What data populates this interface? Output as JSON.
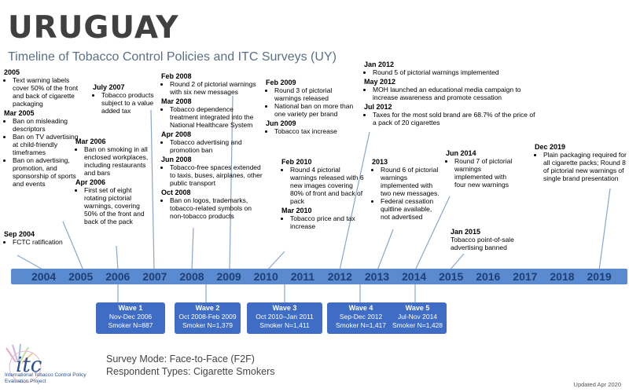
{
  "title": "URUGUAY",
  "subtitle": "Timeline of Tobacco Control Policies and ITC Surveys (UY)",
  "years": [
    "2004",
    "2005",
    "2006",
    "2007",
    "2008",
    "2009",
    "2010",
    "2011",
    "2012",
    "2013",
    "2014",
    "2015",
    "2016",
    "2017",
    "2018",
    "2019"
  ],
  "events": [
    {
      "date": "2005",
      "items": [
        "Text warning labels cover 50% of the front and back of cigarette packaging"
      ]
    },
    {
      "date": "Mar 2005",
      "items": [
        "Ban on misleading descriptors",
        "Ban on TV advertising at child-friendly timeframes",
        "Ban on advertising, promotion, and sponsorship of sports and events"
      ]
    },
    {
      "date": "Sep 2004",
      "items": [
        "FCTC ratification"
      ]
    },
    {
      "date": "Mar 2006",
      "items": [
        "Ban on smoking in all enclosed workplaces, including restaurants and bars"
      ]
    },
    {
      "date": "Apr 2006",
      "items": [
        "First set of eight rotating pictorial warnings, covering 50% of the front and back of the pack"
      ]
    },
    {
      "date": "July 2007",
      "items": [
        "Tobacco products subject to a value added tax"
      ]
    },
    {
      "date": "Feb 2008",
      "items": [
        "Round 2 of pictorial warnings with six new messages"
      ]
    },
    {
      "date": "Mar 2008",
      "items": [
        "Tobacco dependence treatment integrated into the National Healthcare System"
      ]
    },
    {
      "date": "Apr 2008",
      "items": [
        "Tobacco advertising and promotion ban"
      ]
    },
    {
      "date": "Jun 2008",
      "items": [
        "Tobacco-free spaces extended to taxis, buses, airplanes, other public transport"
      ]
    },
    {
      "date": "Oct 2008",
      "items": [
        "Ban on logos, trademarks, tobacco-related symbols on non-tobacco products"
      ]
    },
    {
      "date": "Feb 2009",
      "items": [
        "Round 3 of pictorial warnings released",
        "National ban on more than one variety per brand"
      ]
    },
    {
      "date": "Jun 2009",
      "items": [
        "Tobacco tax increase"
      ]
    },
    {
      "date": "Feb 2010",
      "items": [
        "Round 4 pictorial warnings released with 6 new images covering 80% of front and back of pack"
      ]
    },
    {
      "date": "Mar 2010",
      "items": [
        "Tobacco price and tax increase"
      ]
    },
    {
      "date": "Jan 2012",
      "items": [
        "Round 5 of pictorial warnings implemented"
      ]
    },
    {
      "date": "May 2012",
      "items": [
        "MOH launched an educational media campaign to increase awareness and promote cessation"
      ]
    },
    {
      "date": "Jul 2012",
      "items": [
        "Taxes for the most sold brand are 68.7% of the price of a pack of 20 cigarettes"
      ]
    },
    {
      "date": "2013",
      "items": [
        "Round 6 of pictorial warnings implemented with two new messages.",
        "Federal cessation quitline available, not advertised"
      ]
    },
    {
      "date": "Jun 2014",
      "items": [
        "Round 7 of pictorial warnings implemented with four new warnings"
      ]
    },
    {
      "date": "Jan 2015",
      "items": [
        "Tobacco point-of-sale advertising banned"
      ]
    },
    {
      "date": "Dec 2019",
      "items": [
        "Plain packaging required for all cigarette packs; Round 8 of pictorial new warnings of single brand presentation"
      ]
    }
  ],
  "waves": [
    {
      "name": "Wave 1",
      "dates": "Nov-Dec 2006",
      "sample": "Smoker N=887"
    },
    {
      "name": "Wave 2",
      "dates": "Oct 2008-Feb 2009",
      "sample": "Smoker N=1,379"
    },
    {
      "name": "Wave 3",
      "dates": "Oct 2010–Jan 2011",
      "sample": "Smoker N=1,411"
    },
    {
      "name": "Wave 4",
      "dates": "Sep-Dec 2012",
      "sample": "Smoker N=1,417"
    },
    {
      "name": "Wave 5",
      "dates": "Jul-Nov 2014",
      "sample": "Smoker N=1,428"
    }
  ],
  "survey": {
    "mode_label": "Survey Mode: ",
    "mode_value": "Face-to-Face (F2F)",
    "resp_label": "Respondent Types: ",
    "resp_value": "Cigarette Smokers"
  },
  "logo": {
    "mark": "itc",
    "org": "International Tobacco Control Policy Evaluation Project"
  },
  "updated": "Updated  Apr 2020",
  "colors": {
    "bar": "#5a8bd1",
    "wave": "#3f6cc4",
    "connector": "#8aa6c9",
    "year": "#1f3f75",
    "logo": "#2a4e91"
  }
}
